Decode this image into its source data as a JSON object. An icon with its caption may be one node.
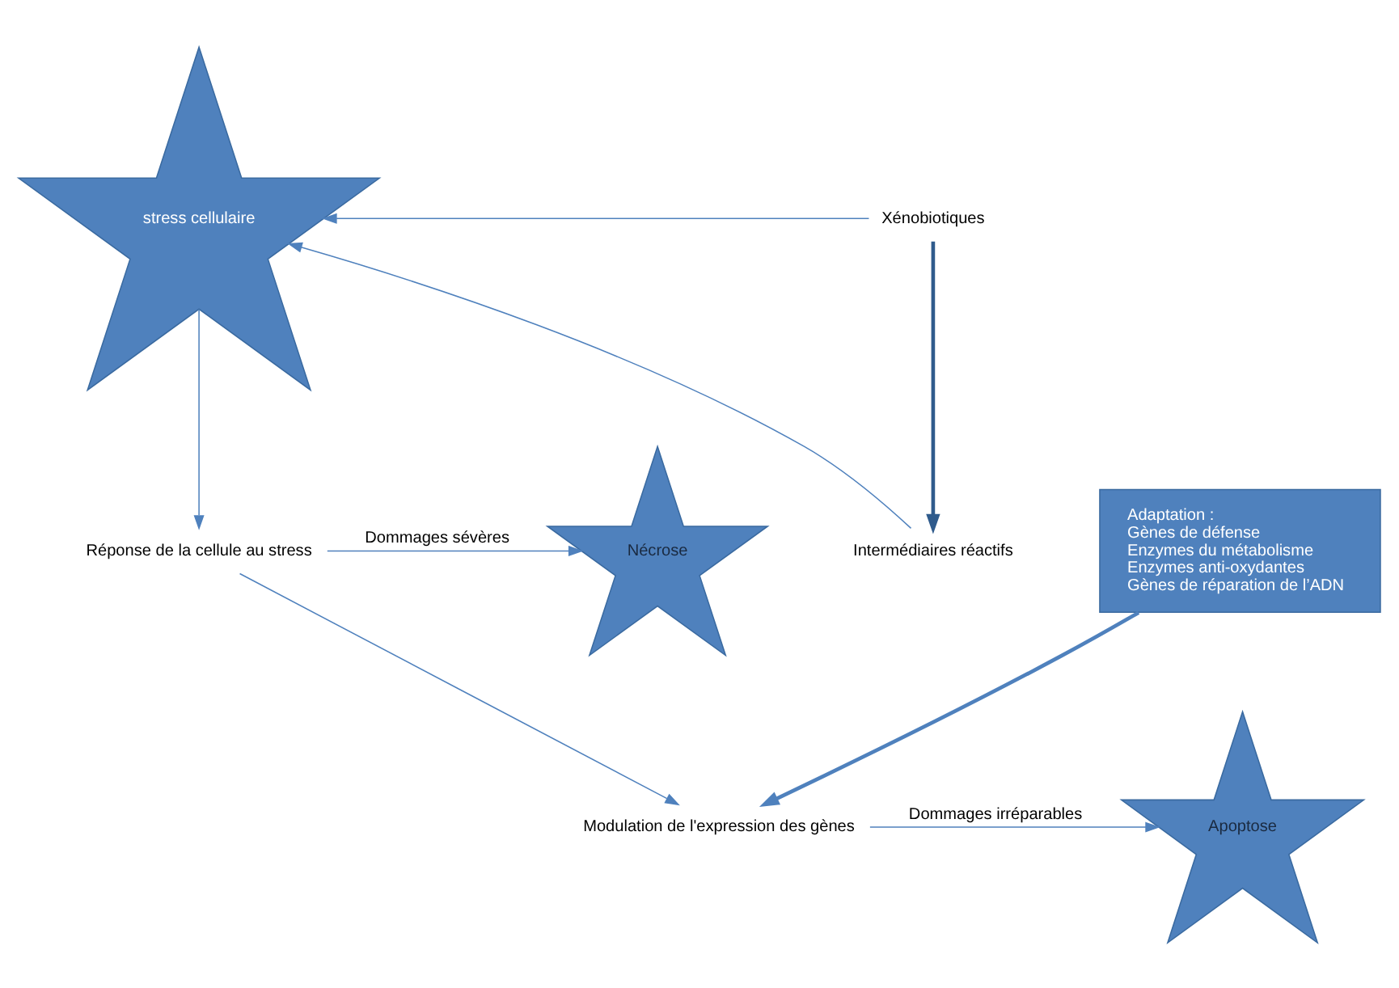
{
  "diagram": {
    "nodes": [
      {
        "text": [
          "stress cellulaire"
        ]
      },
      {
        "text": [
          "Xénobiotiques"
        ]
      },
      {
        "text": [
          "Intermédiaires réactifs"
        ]
      },
      {
        "text": [
          "Réponse de la cellule au stress"
        ]
      },
      {
        "text": [
          "Modulation de l'expression des gènes"
        ]
      },
      {
        "text": [
          "Nécrose"
        ]
      },
      {
        "text": [
          "Apoptose"
        ]
      },
      {
        "text": [
          "Adaptation :",
          "Gènes de défense",
          "Enzymes du métabolisme",
          "Enzymes anti-oxydantes",
          "Gènes de réparation de l’ADN"
        ]
      }
    ],
    "edges": [
      {
        "from": 1,
        "to": 0,
        "arrow": "to"
      },
      {
        "from": 1,
        "to": 2,
        "arrow": "to",
        "style": "thick",
        "color": "#2f5b8c"
      },
      {
        "from": 2,
        "to": 0,
        "arrow": "to"
      },
      {
        "from": 0,
        "to": 3,
        "arrow": "to"
      },
      {
        "from": 3,
        "to": 4,
        "arrow": "to"
      },
      {
        "from": 3,
        "to": 5,
        "label": "Dommages sévères",
        "arrow": "to"
      },
      {
        "from": 4,
        "to": 6,
        "label": "Dommages irréparables",
        "arrow": "to"
      },
      {
        "from": 7,
        "to": 4,
        "arrow": "to",
        "style": "thick"
      }
    ]
  }
}
